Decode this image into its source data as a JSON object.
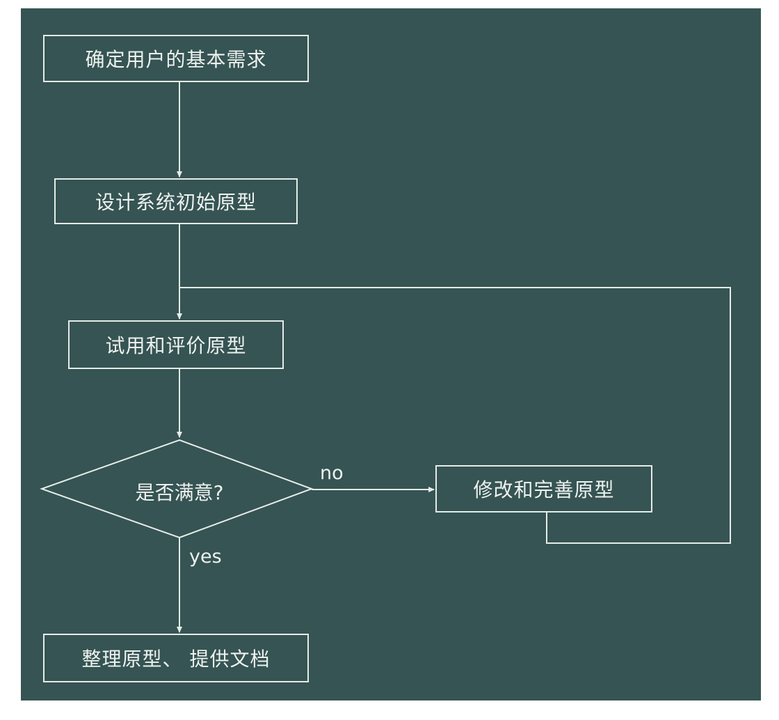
{
  "nodes": {
    "determine_requirements": "确定用户的基本需求",
    "design_initial_prototype": "设计系统初始原型",
    "trial_and_evaluate": "试用和评价原型",
    "satisfied_decision": "是否满意?",
    "modify_and_improve": "修改和完善原型",
    "organize_and_document": "整理原型、 提供文档"
  },
  "edges": {
    "no_label": "no",
    "yes_label": "yes"
  },
  "colors": {
    "background": "#355453",
    "line": "#e6ece9",
    "text": "#eef2ef"
  }
}
